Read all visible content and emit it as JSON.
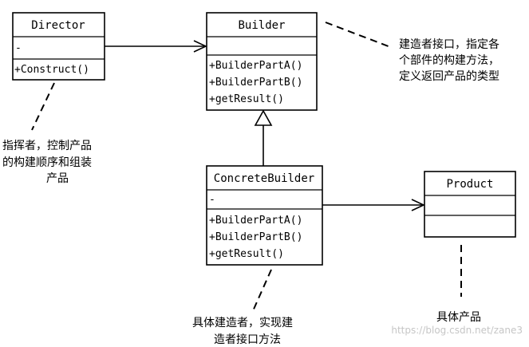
{
  "classes": {
    "director": {
      "name": "Director",
      "attribute": "-",
      "operations": [
        "+Construct()"
      ]
    },
    "builder": {
      "name": "Builder",
      "attribute": "",
      "operations": [
        "+BuilderPartA()",
        "+BuilderPartB()",
        "+getResult()"
      ]
    },
    "concrete_builder": {
      "name": "ConcreteBuilder",
      "attribute": "-",
      "operations": [
        "+BuilderPartA()",
        "+BuilderPartB()",
        "+getResult()"
      ]
    },
    "product": {
      "name": "Product"
    }
  },
  "notes": {
    "builder": [
      "建造者接口，指定各",
      "个部件的构建方法，",
      "定义返回产品的类型"
    ],
    "director": [
      "指挥者，控制产品",
      "的构建顺序和组装",
      "产品"
    ],
    "concrete_builder": [
      "具体建造者，实现建",
      "造者接口方法"
    ],
    "product": [
      "具体产品"
    ]
  },
  "watermark": "https://blog.csdn.net/zane3"
}
